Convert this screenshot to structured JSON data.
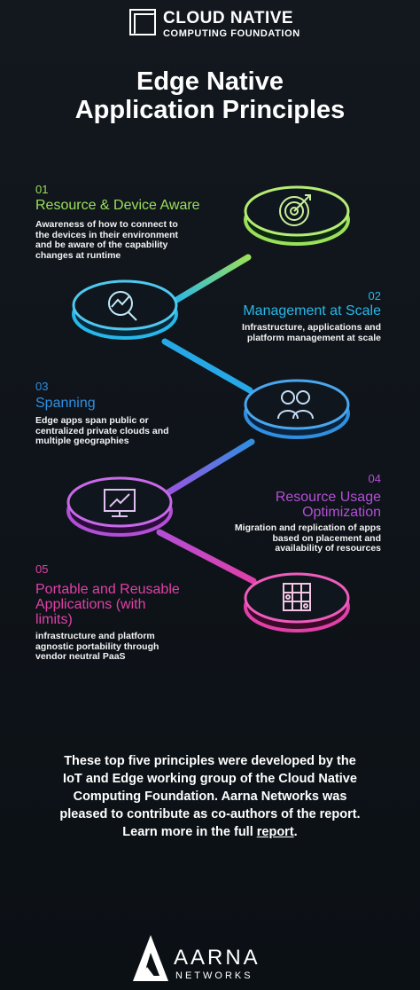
{
  "header": {
    "org_line1": "CLOUD NATIVE",
    "org_line2": "COMPUTING FOUNDATION",
    "title_line1": "Edge Native",
    "title_line2": "Application Principles"
  },
  "principles": [
    {
      "number": "01",
      "title": "Resource & Device Aware",
      "desc_lines": [
        "Awareness of how to connect to",
        "the devices in their environment",
        "and be aware of the capability",
        "changes at runtime"
      ],
      "color": "#9be05a",
      "icon": "target-icon"
    },
    {
      "number": "02",
      "title": "Management at Scale",
      "desc_lines": [
        "Infrastructure, applications and",
        "platform management at scale"
      ],
      "color": "#27b7e8",
      "icon": "analytics-magnifier-icon"
    },
    {
      "number": "03",
      "title": "Spanning",
      "desc_lines": [
        "Edge apps span public or",
        "centralized private clouds and",
        "multiple geographies"
      ],
      "color": "#2f8fe0",
      "icon": "users-icon"
    },
    {
      "number": "04",
      "title_lines": [
        "Resource Usage",
        "Optimization"
      ],
      "desc_lines": [
        "Migration and replication of apps",
        "based on placement and",
        "availability of resources"
      ],
      "color": "#b34fd6",
      "icon": "monitor-chart-icon"
    },
    {
      "number": "05",
      "title_lines": [
        "Portable and Reusable",
        "Applications (with",
        "limits)"
      ],
      "desc_lines": [
        "infrastructure and platform",
        "agnostic portability through",
        "vendor neutral PaaS"
      ],
      "color": "#e040a8",
      "icon": "grid-icon"
    }
  ],
  "footer": {
    "lines": [
      "These top five principles were developed by the",
      "IoT and Edge working group of the Cloud Native",
      "Computing Foundation. Aarna Networks was",
      "pleased to contribute as co-authors of the report."
    ],
    "last_prefix": "Learn more in the full ",
    "link_text": "report",
    "last_suffix": "."
  },
  "brand": {
    "line1": "AARNA",
    "line2": "NETWORKS"
  }
}
